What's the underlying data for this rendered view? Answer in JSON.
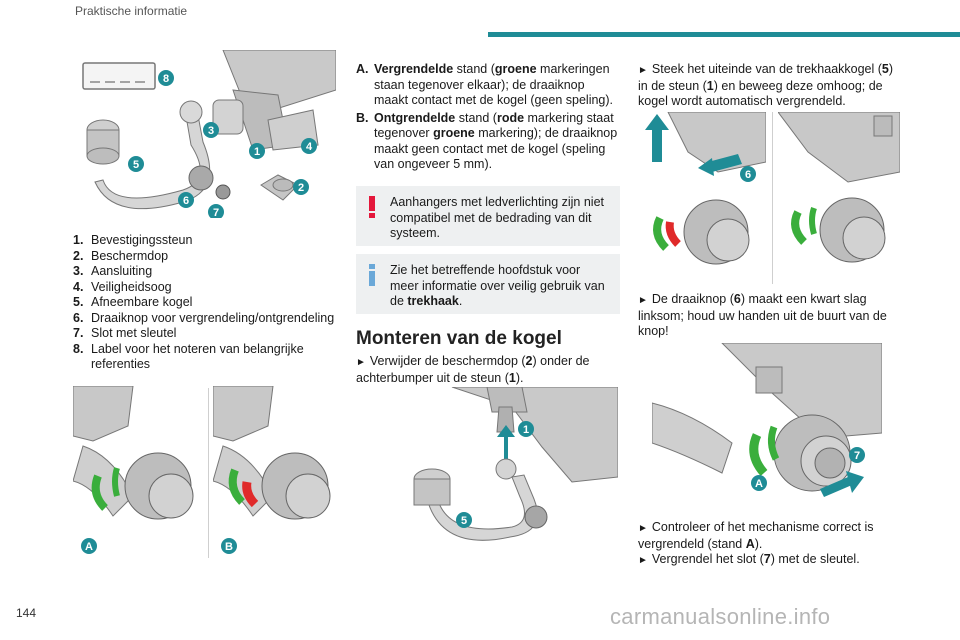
{
  "header": {
    "section": "Praktische informatie"
  },
  "page_number": "144",
  "watermark": "carmanualsonline.info",
  "figure_labels": {
    "l1": "1",
    "l2": "2",
    "l3": "3",
    "l4": "4",
    "l5": "5",
    "l6": "6",
    "l7": "7",
    "l8": "8",
    "la": "A",
    "lb": "B"
  },
  "parts_list": [
    {
      "num": "1.",
      "text": "Bevestigingssteun"
    },
    {
      "num": "2.",
      "text": "Beschermdop"
    },
    {
      "num": "3.",
      "text": "Aansluiting"
    },
    {
      "num": "4.",
      "text": "Veiligheidsoog"
    },
    {
      "num": "5.",
      "text": "Afneembare kogel"
    },
    {
      "num": "6.",
      "text": "Draaiknop voor vergrendeling/ontgrendeling"
    },
    {
      "num": "7.",
      "text": "Slot met sleutel"
    },
    {
      "num": "8.",
      "text": "Label voor het noteren van belangrijke referenties"
    }
  ],
  "positions": {
    "a_num": "A.",
    "a_b1": "Vergrendelde",
    "a_t1": " stand (",
    "a_b2": "groene",
    "a_t2": " markeringen staan tegenover elkaar); de draaiknop maakt contact met de kogel (geen speling).",
    "b_num": "B.",
    "b_b1": "Ontgrendelde",
    "b_t1": " stand (",
    "b_b2": "rode",
    "b_t2": " markering staat tegenover ",
    "b_b3": "groene",
    "b_t3": " markering); de draaiknop maakt geen contact met de kogel (speling van ongeveer 5 mm)."
  },
  "warning_box": {
    "text": "Aanhangers met ledverlichting zijn niet compatibel met de bedrading van dit systeem."
  },
  "info_box": {
    "t1": "Zie het betreffende hoofdstuk voor meer informatie over veilig gebruik van de ",
    "bold": "trekhaak",
    "t2": "."
  },
  "mount": {
    "title": "Monteren van de kogel",
    "step1_a": "Verwijder de beschermdop (",
    "step1_b": "2",
    "step1_c": ") onder de achterbumper uit de steun (",
    "step1_d": "1",
    "step1_e": ").",
    "step2_a": "Steek het uiteinde van de trekhaakkogel (",
    "step2_b": "5",
    "step2_c": ") in de steun (",
    "step2_d": "1",
    "step2_e": ") en beweeg deze omhoog; de kogel wordt automatisch vergrendeld.",
    "step3_a": "De draaiknop (",
    "step3_b": "6",
    "step3_c": ") maakt een kwart slag linksom; houd uw handen uit de buurt van de knop!",
    "step4_a": "Controleer of het mechanisme correct is vergrendeld (stand ",
    "step4_b": "A",
    "step4_c": ").",
    "step5_a": "Vergrendel het slot (",
    "step5_b": "7",
    "step5_c": ") met de sleutel."
  },
  "bullet_glyph": "►",
  "colors": {
    "teal": "#1f8c96",
    "alert_red": "#e4173b",
    "info_blue": "#6aa8d8",
    "green": "#3aae3c",
    "red": "#e02a2a"
  }
}
